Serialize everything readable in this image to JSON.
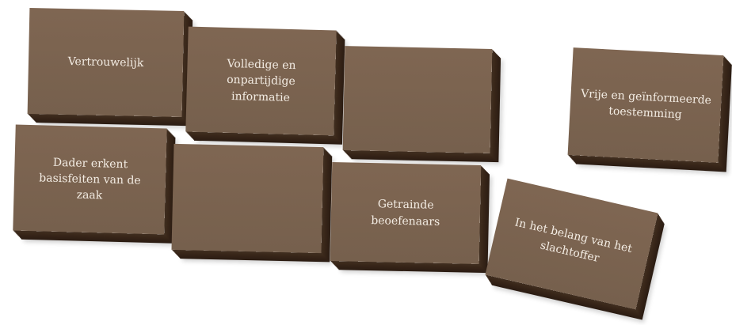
{
  "blocks": [
    {
      "id": "vertrouwelijk",
      "label": "Vertrouwelijk"
    },
    {
      "id": "volledige-info",
      "label": "Volledige en\nonpartijdige\ninformatie"
    },
    {
      "id": "empty-top",
      "label": ""
    },
    {
      "id": "vrije-toestemming",
      "label": "Vrije en geïnformeerde\ntoestemming"
    },
    {
      "id": "dader-erkent",
      "label": "Dader erkent\nbasisfeiten van de\nzaak"
    },
    {
      "id": "empty-bottom",
      "label": ""
    },
    {
      "id": "getrainde",
      "label": "Getrainde\nbeoefenaars"
    },
    {
      "id": "belang-slachtoffer",
      "label": "In het belang van het\nslachtoffer"
    }
  ],
  "colors": {
    "block_face": "#7f6652",
    "block_side": "#3a281a",
    "text": "#f3ece3"
  }
}
